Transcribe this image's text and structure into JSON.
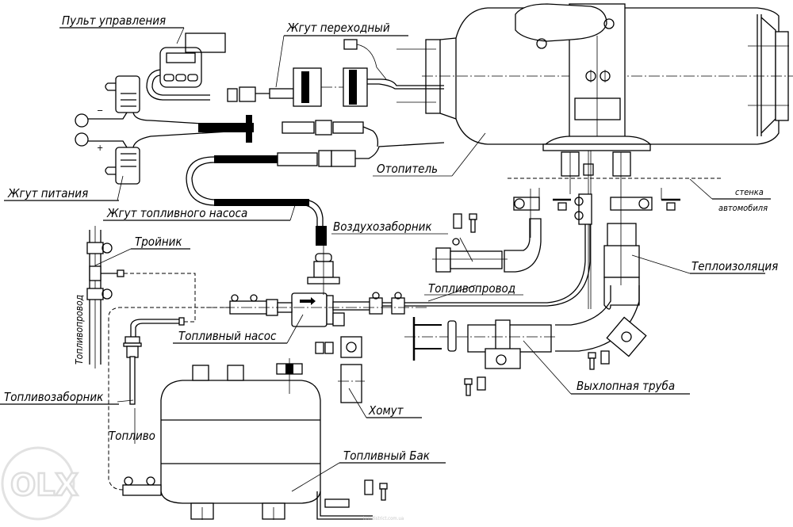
{
  "diagram": {
    "title": "Схема установки автономного отопителя",
    "labels": {
      "control_panel": "Пульт управления",
      "adapter_harness": "Жгут переходный",
      "power_harness": "Жгут питания",
      "fuel_pump_harness": "Жгут топливного насоса",
      "heater": "Отопитель",
      "vehicle_wall_line1": "стенка",
      "vehicle_wall_line2": "автомобиля",
      "air_intake": "Воздухозаборник",
      "tee": "Тройник",
      "thermal_insulation": "Теплоизоляция",
      "fuel_line": "Топливопровод",
      "fuel_line_vertical": "Топливопровод",
      "fuel_pump": "Топливный насос",
      "exhaust_pipe": "Выхлопная труба",
      "fuel_intake": "Топливозаборник",
      "fuel": "Топливо",
      "clamp": "Хомут",
      "fuel_tank": "Топливный Бак"
    },
    "terminal_marks": {
      "negative": "−",
      "positive": "+"
    },
    "footer_text": "hrmdistrict.com.ua"
  },
  "watermark": {
    "text": "OLX"
  }
}
